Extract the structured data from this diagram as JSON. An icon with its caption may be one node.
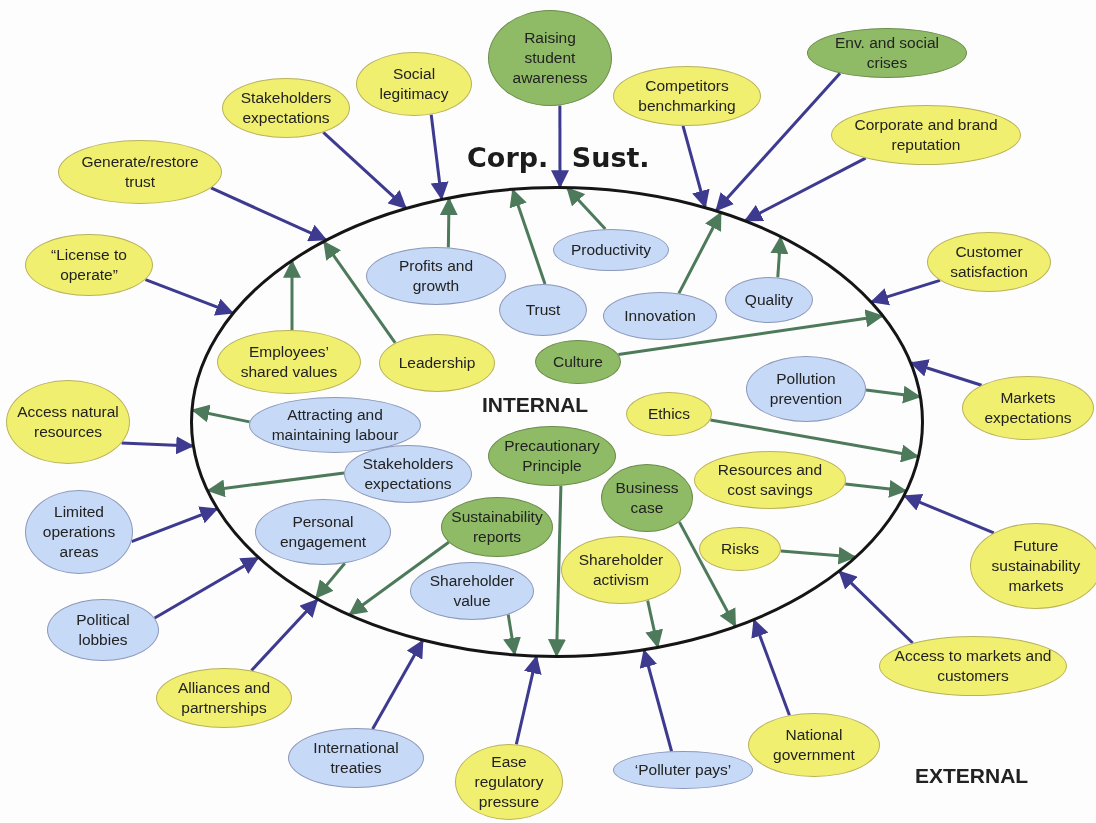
{
  "diagram": {
    "nodes": [
      {
        "text": [
          "Corp. Sust."
        ]
      },
      {
        "text": [
          "Productivity"
        ],
        "in": 0
      },
      {
        "text": [
          "Profits and growth"
        ],
        "in": 0
      },
      {
        "text": [
          "Quality"
        ],
        "in": 0
      },
      {
        "text": [
          "Trust"
        ],
        "in": 0
      },
      {
        "text": [
          "Innovation"
        ],
        "in": 0
      },
      {
        "text": [
          "Employees’ shared values"
        ],
        "in": 0
      },
      {
        "text": [
          "Leadership"
        ],
        "in": 0
      },
      {
        "text": [
          "Culture"
        ],
        "in": 0
      },
      {
        "text": [
          "Pollution prevention"
        ],
        "in": 0
      },
      {
        "text": [
          "Ethics"
        ],
        "in": 0
      },
      {
        "text": [
          "Attracting and maintaining labour"
        ],
        "in": 0
      },
      {
        "text": [
          "Precautionary Principle"
        ],
        "in": 0
      },
      {
        "text": [
          "Stakeholders expectations"
        ],
        "in": 0
      },
      {
        "text": [
          "Resources and cost savings"
        ],
        "in": 0
      },
      {
        "text": [
          "Business case"
        ],
        "in": 0
      },
      {
        "text": [
          "Sustainability reports"
        ],
        "in": 0
      },
      {
        "text": [
          "Personal engagement"
        ],
        "in": 0
      },
      {
        "text": [
          "Risks"
        ],
        "in": 0
      },
      {
        "text": [
          "Shareholder activism"
        ],
        "in": 0
      },
      {
        "text": [
          "Shareholder value"
        ],
        "in": 0
      },
      {
        "text": [
          "Raising student awareness"
        ]
      },
      {
        "text": [
          "Env. and social crises"
        ]
      },
      {
        "text": [
          "Social legitimacy"
        ]
      },
      {
        "text": [
          "Competitors benchmarking"
        ]
      },
      {
        "text": [
          "Stakeholders expectations"
        ]
      },
      {
        "text": [
          "Corporate and brand reputation"
        ]
      },
      {
        "text": [
          "Generate/restore trust"
        ]
      },
      {
        "text": [
          "Customer satisfaction"
        ]
      },
      {
        "text": [
          "“License to operate”"
        ]
      },
      {
        "text": [
          "Markets expectations"
        ]
      },
      {
        "text": [
          "Access natural resources"
        ]
      },
      {
        "text": [
          "Limited operations areas"
        ]
      },
      {
        "text": [
          "Future sustainability markets"
        ]
      },
      {
        "text": [
          "Political lobbies"
        ]
      },
      {
        "text": [
          "Access to markets and customers"
        ]
      },
      {
        "text": [
          "Alliances and partnerships"
        ]
      },
      {
        "text": [
          "National government"
        ]
      },
      {
        "text": [
          "International treaties"
        ]
      },
      {
        "text": [
          "‘Polluter pays’"
        ]
      },
      {
        "text": [
          "Ease regulatory pressure"
        ]
      }
    ],
    "edges": [
      {
        "from": 1,
        "to": 0,
        "arrow": "to",
        "color": "#4d7a5a"
      },
      {
        "from": 2,
        "to": 0,
        "arrow": "to",
        "color": "#4d7a5a"
      },
      {
        "from": 3,
        "to": 0,
        "arrow": "to",
        "color": "#4d7a5a"
      },
      {
        "from": 4,
        "to": 0,
        "arrow": "to",
        "color": "#4d7a5a"
      },
      {
        "from": 5,
        "to": 0,
        "arrow": "to",
        "color": "#4d7a5a"
      },
      {
        "from": 6,
        "to": 0,
        "arrow": "to",
        "color": "#4d7a5a"
      },
      {
        "from": 7,
        "to": 0,
        "arrow": "to",
        "color": "#4d7a5a"
      },
      {
        "from": 8,
        "to": 0,
        "arrow": "to",
        "color": "#4d7a5a"
      },
      {
        "from": 9,
        "to": 0,
        "arrow": "to",
        "color": "#4d7a5a"
      },
      {
        "from": 10,
        "to": 0,
        "arrow": "to",
        "color": "#4d7a5a"
      },
      {
        "from": 11,
        "to": 0,
        "arrow": "to",
        "color": "#4d7a5a"
      },
      {
        "from": 12,
        "to": 0,
        "arrow": "to",
        "color": "#4d7a5a"
      },
      {
        "from": 13,
        "to": 0,
        "arrow": "to",
        "color": "#4d7a5a"
      },
      {
        "from": 14,
        "to": 0,
        "arrow": "to",
        "color": "#4d7a5a"
      },
      {
        "from": 15,
        "to": 0,
        "arrow": "to",
        "color": "#4d7a5a"
      },
      {
        "from": 16,
        "to": 0,
        "arrow": "to",
        "color": "#4d7a5a"
      },
      {
        "from": 17,
        "to": 0,
        "arrow": "to",
        "color": "#4d7a5a"
      },
      {
        "from": 18,
        "to": 0,
        "arrow": "to",
        "color": "#4d7a5a"
      },
      {
        "from": 19,
        "to": 0,
        "arrow": "to",
        "color": "#4d7a5a"
      },
      {
        "from": 20,
        "to": 0,
        "arrow": "to",
        "color": "#4d7a5a"
      },
      {
        "from": 21,
        "to": 0,
        "arrow": "to"
      },
      {
        "from": 22,
        "to": 0,
        "arrow": "to"
      },
      {
        "from": 23,
        "to": 0,
        "arrow": "to"
      },
      {
        "from": 24,
        "to": 0,
        "arrow": "to"
      },
      {
        "from": 25,
        "to": 0,
        "arrow": "to"
      },
      {
        "from": 26,
        "to": 0,
        "arrow": "to"
      },
      {
        "from": 27,
        "to": 0,
        "arrow": "to"
      },
      {
        "from": 28,
        "to": 0,
        "arrow": "to"
      },
      {
        "from": 29,
        "to": 0,
        "arrow": "to"
      },
      {
        "from": 30,
        "to": 0,
        "arrow": "to"
      },
      {
        "from": 31,
        "to": 0,
        "arrow": "to"
      },
      {
        "from": 32,
        "to": 0,
        "arrow": "to"
      },
      {
        "from": 33,
        "to": 0,
        "arrow": "to"
      },
      {
        "from": 34,
        "to": 0,
        "arrow": "to"
      },
      {
        "from": 35,
        "to": 0,
        "arrow": "to"
      },
      {
        "from": 36,
        "to": 0,
        "arrow": "to"
      },
      {
        "from": 37,
        "to": 0,
        "arrow": "to"
      },
      {
        "from": 38,
        "to": 0,
        "arrow": "to"
      },
      {
        "from": 39,
        "to": 0,
        "arrow": "to"
      },
      {
        "from": 40,
        "to": 0,
        "arrow": "to"
      }
    ],
    "labels": [
      "INTERNAL",
      "EXTERNAL"
    ]
  }
}
